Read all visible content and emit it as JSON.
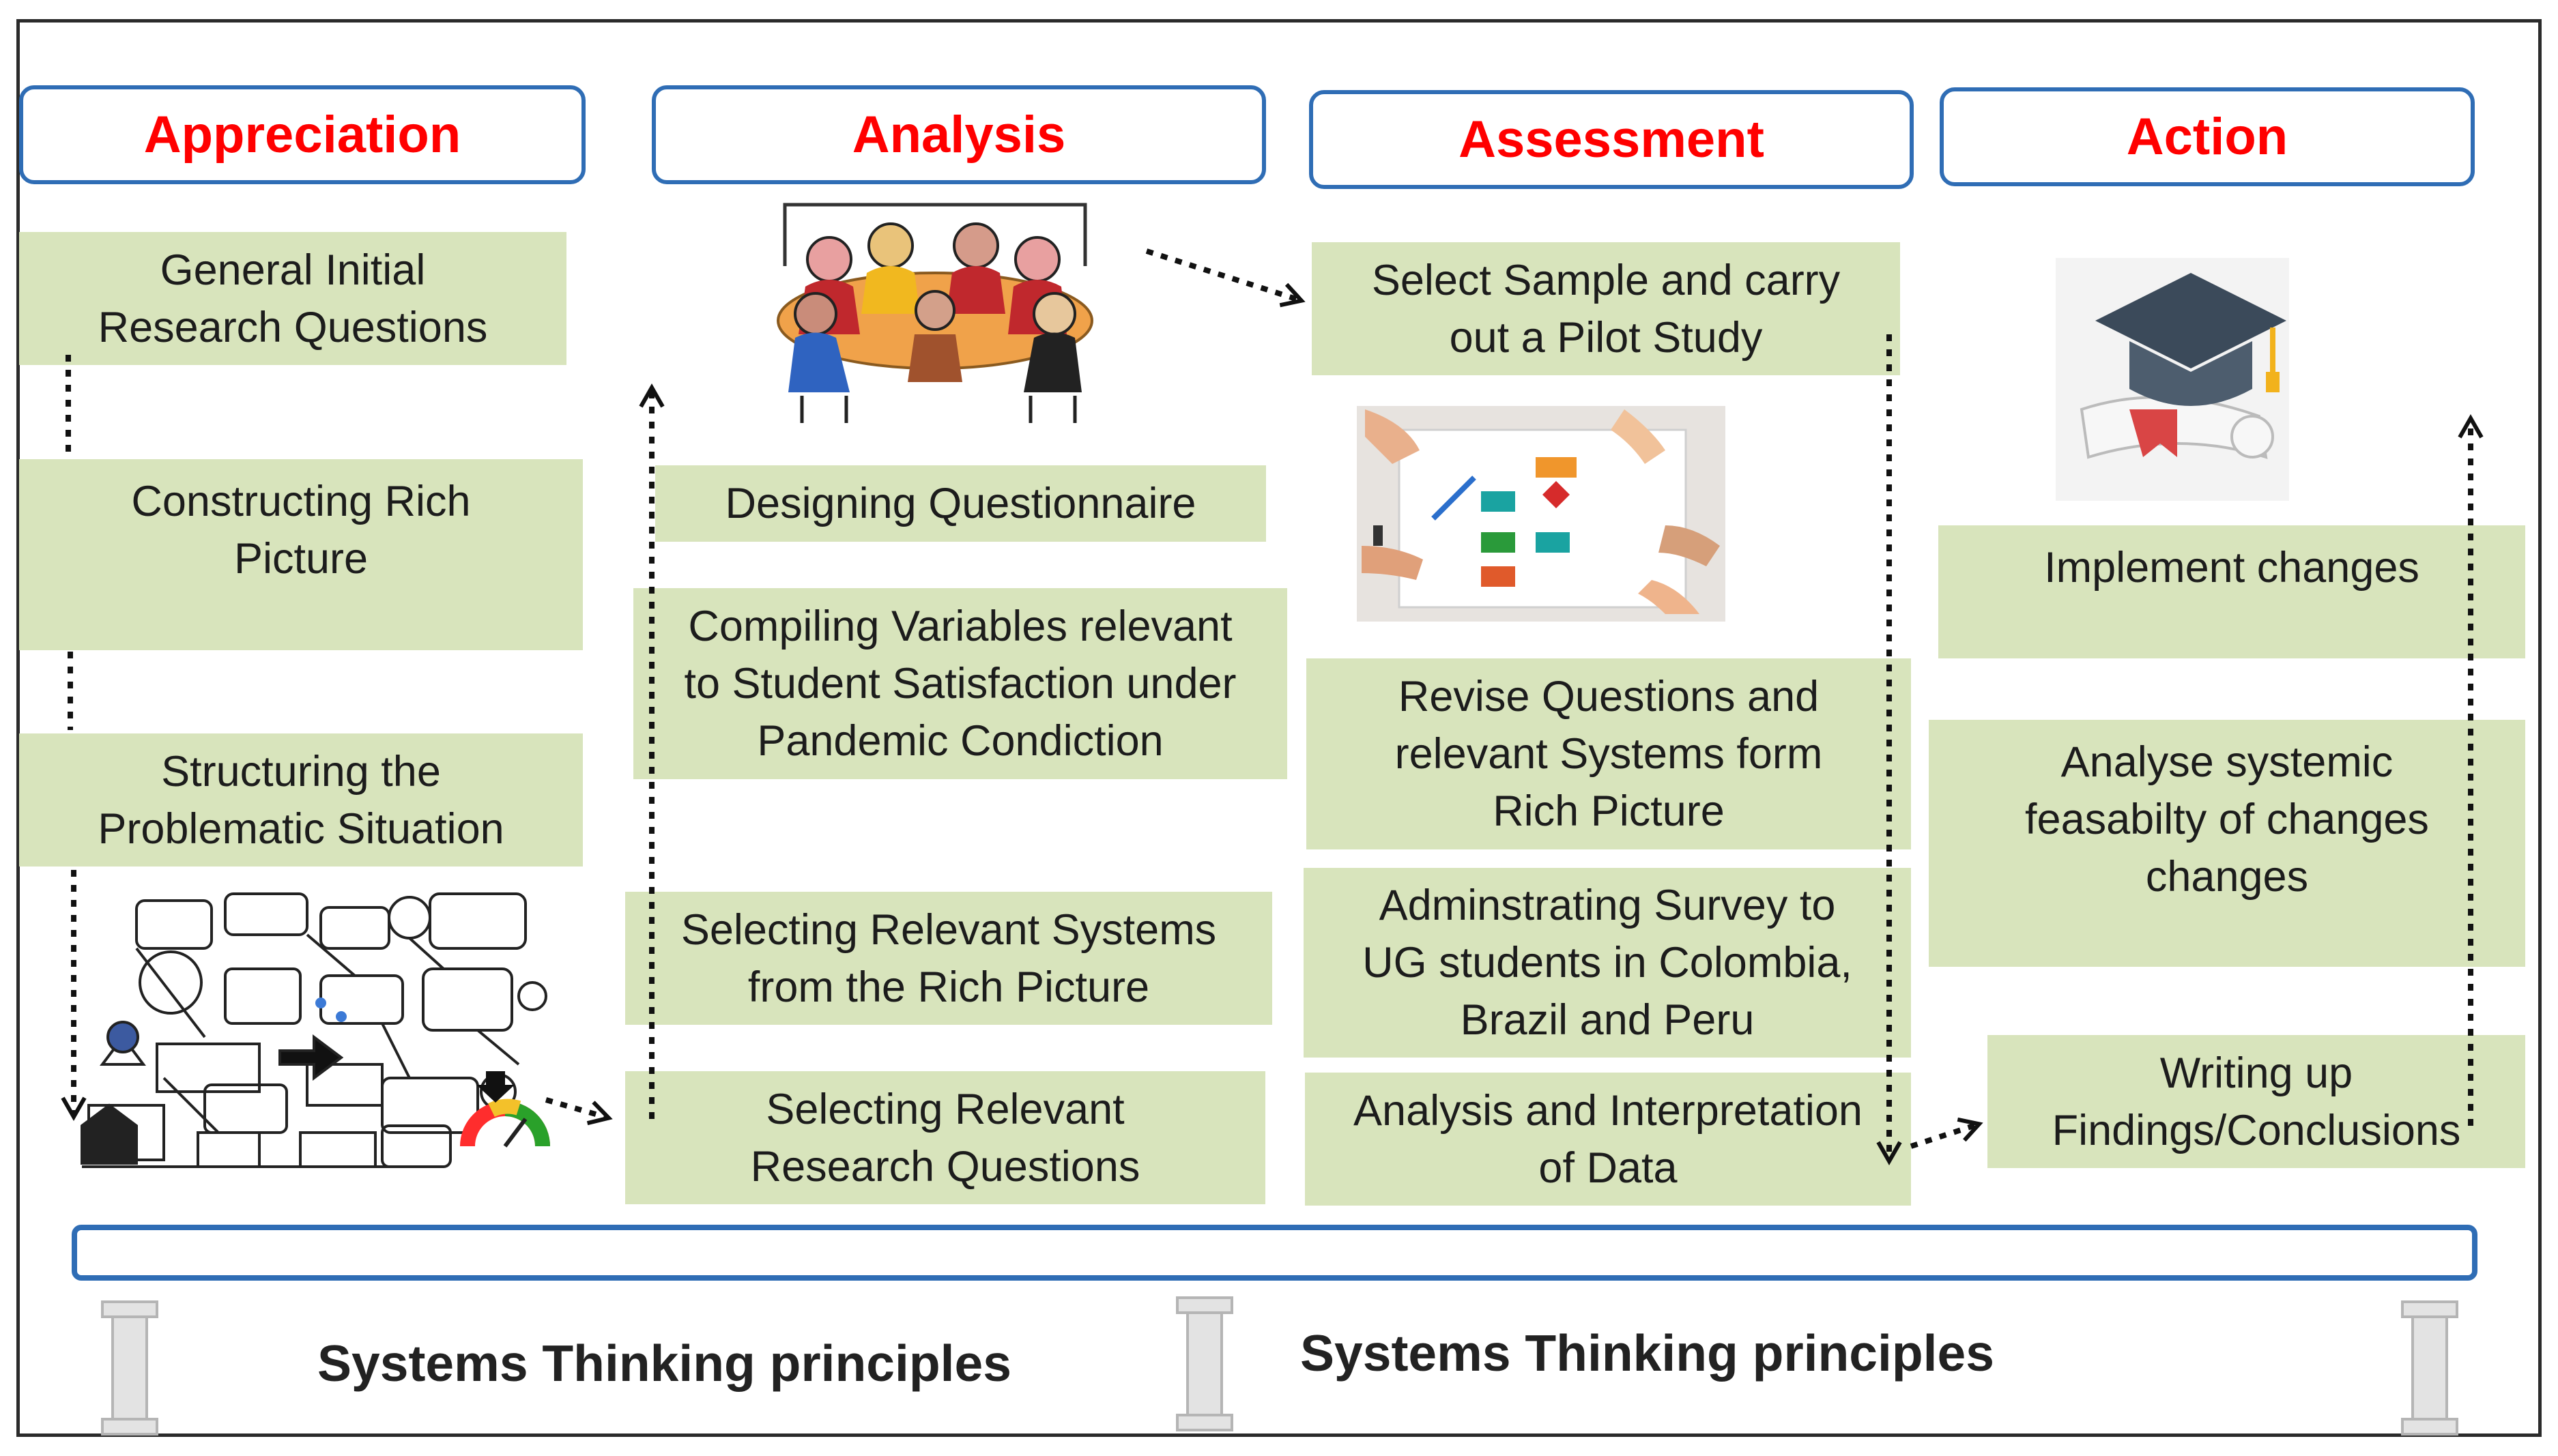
{
  "columns": [
    {
      "header": "Appreciation"
    },
    {
      "header": "Analysis"
    },
    {
      "header": "Assessment"
    },
    {
      "header": "Action"
    }
  ],
  "appreciation": {
    "steps": [
      "General  Initial\nResearch Questions",
      "Constructing Rich\nPicture",
      "Structuring the\nProblematic Situation"
    ]
  },
  "analysis": {
    "steps": [
      "Designing Questionnaire",
      "Compiling Variables relevant\nto Student Satisfaction under\nPandemic Condiction",
      "Selecting Relevant Systems\nfrom the Rich Picture",
      "Selecting Relevant\nResearch Questions"
    ]
  },
  "assessment": {
    "steps": [
      "Select Sample and carry\nout a Pilot Study",
      "Revise Questions and\nrelevant Systems form\nRich Picture",
      "Adminstrating Survey to\nUG students in Colombia,\nBrazil and Peru",
      "Analysis and Interpretation\nof Data"
    ]
  },
  "action": {
    "steps": [
      "Implement changes",
      "Analyse systemic\nfeasabilty of changes\nchanges",
      "Writing up\nFindings/Conclusions"
    ]
  },
  "footer": {
    "label_left": "Systems Thinking principles",
    "label_right": "Systems Thinking principles"
  },
  "colors": {
    "header_text": "#ff0000",
    "header_border": "#2f6db5",
    "box_fill": "#d8e4bc"
  },
  "icons": [
    "meeting-people-icon",
    "rich-picture-sketch-icon",
    "flowchart-hands-icon",
    "graduation-cap-diploma-icon",
    "pillar-icon",
    "gauge-icon"
  ]
}
